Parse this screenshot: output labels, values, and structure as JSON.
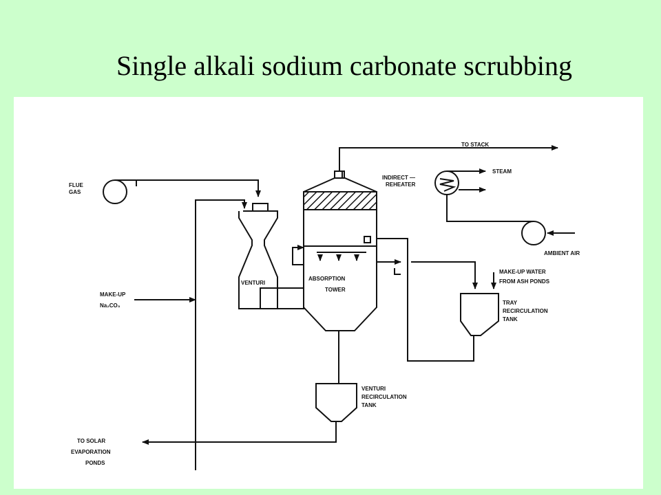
{
  "slide": {
    "title": "Single alkali sodium carbonate scrubbing",
    "background_color": "#ccffcc"
  },
  "diagram": {
    "labels": {
      "flue_gas_1": "FLUE",
      "flue_gas_2": "GAS",
      "venturi": "VENTURI",
      "makeup_1": "MAKE-UP",
      "makeup_2": "Na₂CO₃",
      "absorption_1": "ABSORPTION",
      "absorption_2": "TOWER",
      "to_stack": "TO STACK",
      "reheater_1": "INDIRECT —",
      "reheater_2": "REHEATER",
      "steam": "STEAM",
      "ambient_air": "AMBIENT AIR",
      "makeup_water_1": "MAKE-UP WATER",
      "makeup_water_2": "FROM ASH PONDS",
      "tray_tank_1": "TRAY",
      "tray_tank_2": "RECIRCULATION",
      "tray_tank_3": "TANK",
      "venturi_tank_1": "VENTURI",
      "venturi_tank_2": "RECIRCULATION",
      "venturi_tank_3": "TANK",
      "solar_1": "TO SOLAR",
      "solar_2": "EVAPORATION",
      "solar_3": "PONDS"
    }
  }
}
